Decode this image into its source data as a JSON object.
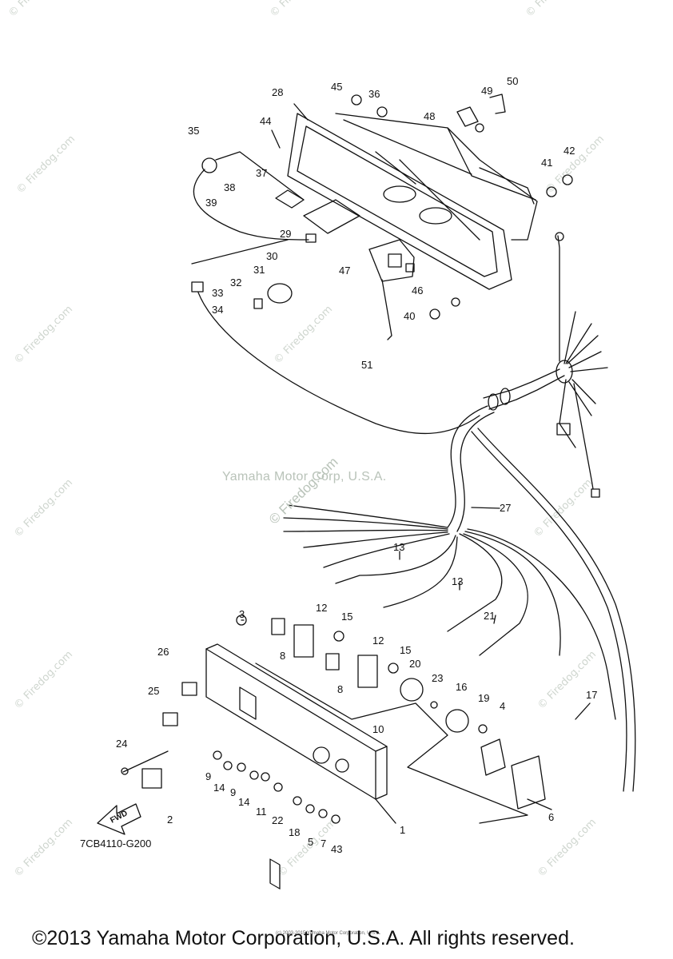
{
  "diagram": {
    "callouts": [
      "1",
      "2",
      "3",
      "4",
      "5",
      "6",
      "7",
      "8",
      "8",
      "9",
      "9",
      "10",
      "11",
      "12",
      "12",
      "13",
      "13",
      "14",
      "14",
      "15",
      "15",
      "16",
      "17",
      "18",
      "19",
      "20",
      "21",
      "22",
      "23",
      "24",
      "25",
      "26",
      "27",
      "28",
      "29",
      "30",
      "31",
      "32",
      "33",
      "34",
      "35",
      "36",
      "37",
      "38",
      "39",
      "40",
      "41",
      "42",
      "43",
      "44",
      "45",
      "46",
      "47",
      "48",
      "49",
      "50",
      "51"
    ],
    "watermarks": [
      "© Firedog.com",
      "© Firedog.com",
      "© Firedog.com",
      "© Firedog.com",
      "© Firedog.com",
      "© Firedog.com",
      "© Firedog.com",
      "© Firedog.com",
      "© Firedog.com",
      "© Firedog.com",
      "© Firedog.com",
      "© Firedog.com",
      "© Firedog.com",
      "© Firedog.com"
    ],
    "center_watermark": "Yamaha Motor Corp, U.S.A.",
    "center_copyright": "© Firedog.com",
    "fwd_label": "FWD",
    "drawing_code": "7CB4110-G200",
    "tiny_print": "(c) 2003-2015 Yamaha Motor Corporation, U.S.A.",
    "footer": "©2013 Yamaha Motor Corporation, U.S.A. All rights reserved."
  }
}
